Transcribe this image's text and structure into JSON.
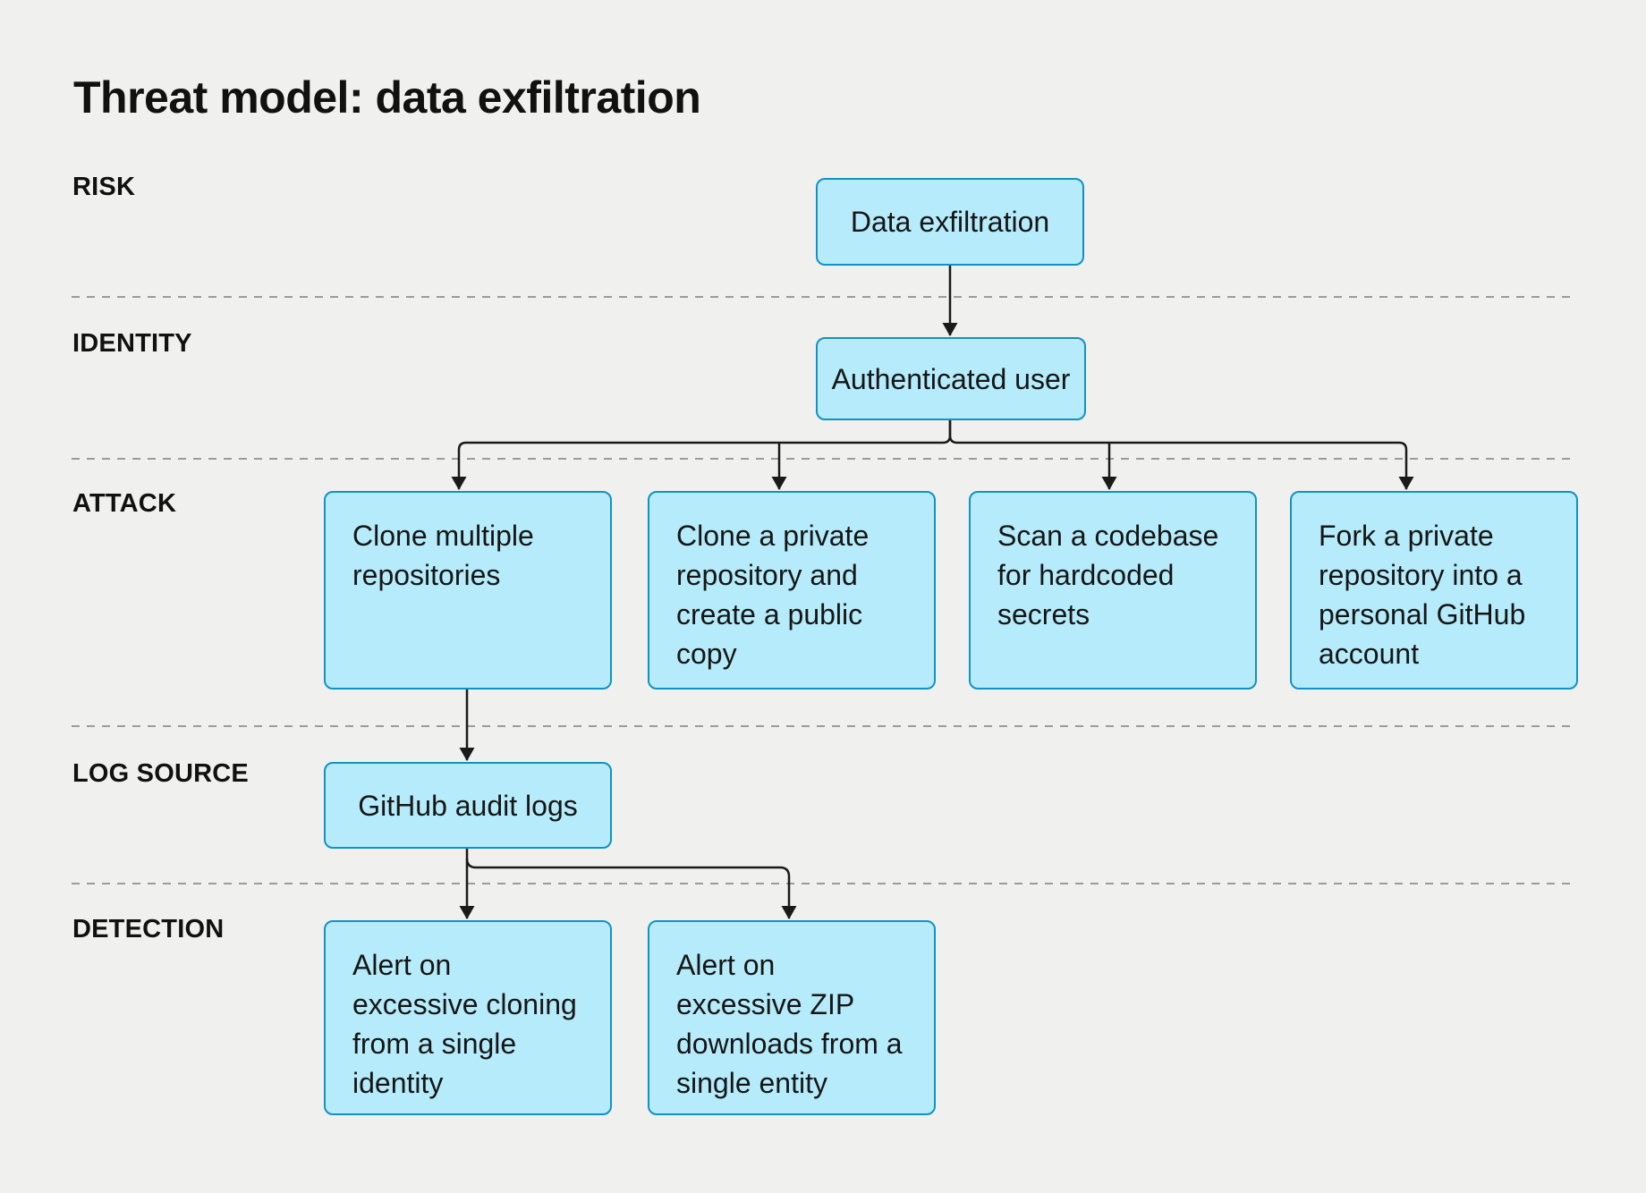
{
  "title": "Threat model: data exfiltration",
  "rows": {
    "risk": {
      "label": "RISK"
    },
    "identity": {
      "label": "IDENTITY"
    },
    "attack": {
      "label": "ATTACK"
    },
    "log_source": {
      "label": "LOG SOURCE"
    },
    "detection": {
      "label": "DETECTION"
    }
  },
  "nodes": {
    "risk": {
      "text": "Data exfiltration"
    },
    "identity": {
      "text": "Authenticated user"
    },
    "attack_1": {
      "text": "Clone multiple\nrepositories"
    },
    "attack_2": {
      "text": "Clone a private\nrepository and\ncreate a public\ncopy"
    },
    "attack_3": {
      "text": "Scan a codebase\nfor hardcoded\nsecrets"
    },
    "attack_4": {
      "text": "Fork a private\nrepository into a\npersonal GitHub\naccount"
    },
    "log_source": {
      "text": "GitHub audit logs"
    },
    "detection_1": {
      "text": "Alert on\nexcessive cloning\nfrom a single\nidentity"
    },
    "detection_2": {
      "text": "Alert on\nexcessive ZIP\ndownloads from a\nsingle entity"
    }
  },
  "colors": {
    "background": "#f0f0ee",
    "node_fill": "#b5ebfa",
    "node_border": "#1292c4",
    "connector": "#1a1a1a",
    "separator": "#9b9b9b"
  }
}
